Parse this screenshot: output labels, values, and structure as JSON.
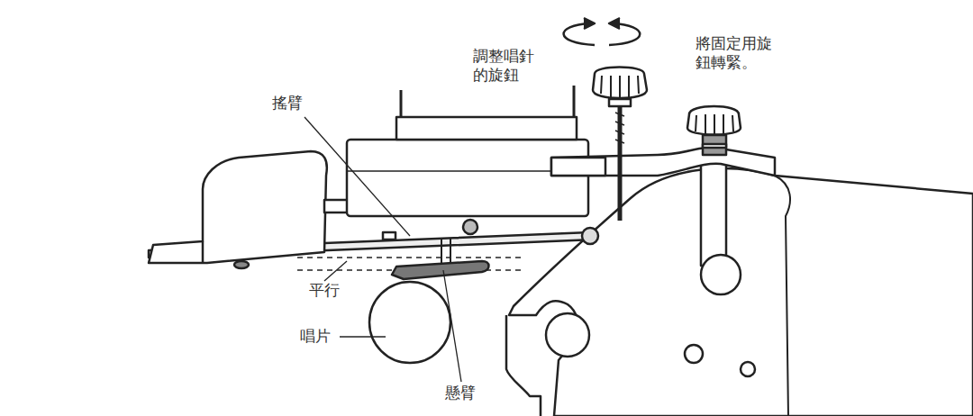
{
  "diagram": {
    "labels": [
      "調整唱針的旋鈕",
      "將固定用旋鈕轉緊。",
      "搖臂",
      "平行",
      "唱片",
      "懸臂"
    ]
  }
}
